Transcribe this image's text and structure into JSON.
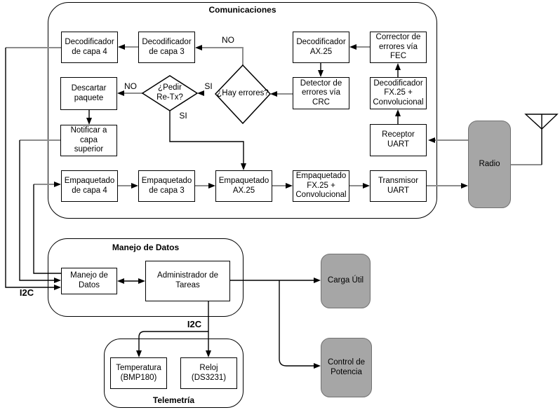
{
  "diagram": {
    "containers": {
      "comunicaciones": {
        "title": "Comunicaciones"
      },
      "manejo_de_datos": {
        "title": "Manejo de Datos"
      },
      "telemetria": {
        "title": "Telemetría"
      }
    },
    "nodes": {
      "dec_capa4": {
        "label": "Decodificador\nde capa 4"
      },
      "dec_capa3": {
        "label": "Decodificador\nde capa 3"
      },
      "dec_ax25": {
        "label": "Decodificador\nAX.25"
      },
      "corrector_fec": {
        "label": "Corrector de\nerrores vía FEC"
      },
      "descartar": {
        "label": "Descartar\npaquete"
      },
      "pedir_retx": {
        "label": "¿Pedir\nRe-Tx?"
      },
      "hay_errores": {
        "label": "¿Hay errores?"
      },
      "detector_crc": {
        "label": "Detector de\nerrores vía\nCRC"
      },
      "dec_fx25": {
        "label": "Decodificador\nFX.25 +\nConvolucional"
      },
      "notificar": {
        "label": "Notificar a capa\nsuperior"
      },
      "receptor_uart": {
        "label": "Receptor\nUART"
      },
      "radio": {
        "label": "Radio"
      },
      "emp_capa4": {
        "label": "Empaquetado\nde capa 4"
      },
      "emp_capa3": {
        "label": "Empaquetado\nde capa 3"
      },
      "emp_ax25": {
        "label": "Empaquetado\nAX.25"
      },
      "emp_fx25": {
        "label": "Empaquetado\nFX.25 +\nConvolucional"
      },
      "trans_uart": {
        "label": "Transmisor\nUART"
      },
      "manejo_datos_box": {
        "label": "Manejo de\nDatos"
      },
      "admin_tareas": {
        "label": "Administrador de\nTareas"
      },
      "carga_util": {
        "label": "Carga Útil"
      },
      "control_potencia": {
        "label": "Control de\nPotencia"
      },
      "temperatura": {
        "label": "Temperatura\n(BMP180)"
      },
      "reloj": {
        "label": "Reloj\n(DS3231)"
      }
    },
    "edge_labels": {
      "no_top": "NO",
      "no_left": "NO",
      "si_mid": "SI",
      "si_down": "SI",
      "i2c_left": "I2C",
      "i2c_bottom": "I2C"
    },
    "colors": {
      "gray_fill": "#a6a6a6",
      "gray_border": "#707070",
      "edge_gray": "#8c8c8c",
      "edge_black": "#000000"
    }
  }
}
